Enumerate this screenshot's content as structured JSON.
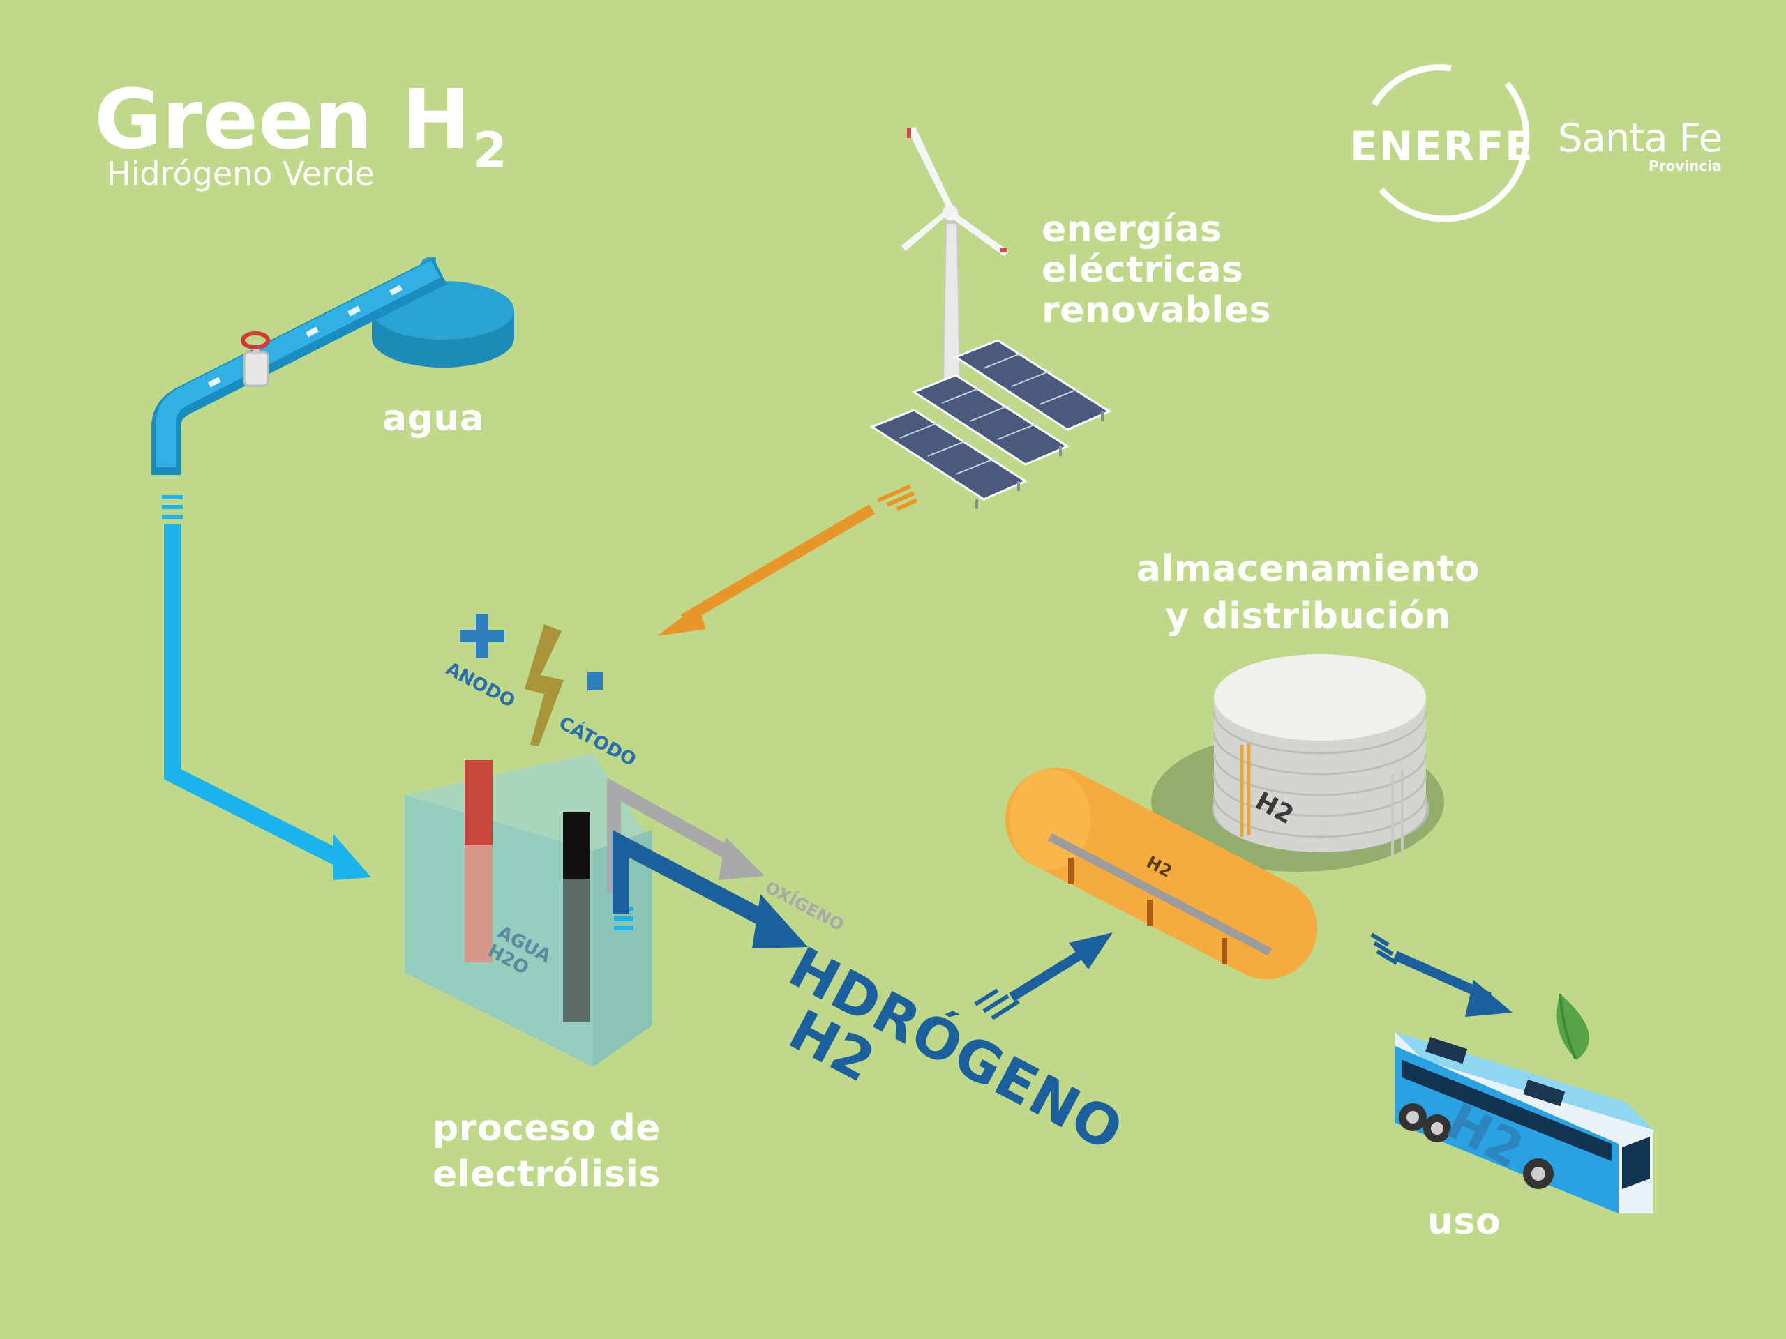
{
  "brand": {
    "title": "Green H",
    "title_sub": "2",
    "subtitle": "Hidrógeno Verde"
  },
  "logos": {
    "enerfe": "ENERFE",
    "santafe": "Santa Fe",
    "provincia": "Provincia"
  },
  "labels": {
    "agua": "agua",
    "energias": [
      "energías",
      "eléctricas",
      "renovables"
    ],
    "electrolisis": [
      "proceso de",
      "electrólisis"
    ],
    "almacenamiento": [
      "almacenamiento",
      "y distribución"
    ],
    "uso": "uso"
  },
  "electrolysis": {
    "anodo": "ANODO",
    "catodo": "CÁTODO",
    "oxigeno": "OXÍGENO",
    "agua_label": "AGUA\nH2O",
    "hidrogeno": "HDRÓGENO",
    "h2": "H2"
  },
  "tank_labels": {
    "truck": "H2",
    "tank": "H2",
    "bus": "H2"
  },
  "colors": {
    "background": "#bfd88a",
    "water_blue": "#1ab3ec",
    "energy_orange": "#e8962a",
    "hydrogen_blue": "#1b5f9c",
    "oxygen_gray": "#a9a9a9"
  },
  "icons": [
    "water-tank-icon",
    "valve-icon",
    "wind-turbine-icon",
    "solar-panel-icon",
    "lightning-icon",
    "plus-icon",
    "minus-icon",
    "electrolyzer-icon",
    "hydrogen-truck-icon",
    "storage-tank-icon",
    "bus-icon",
    "leaf-icon"
  ]
}
